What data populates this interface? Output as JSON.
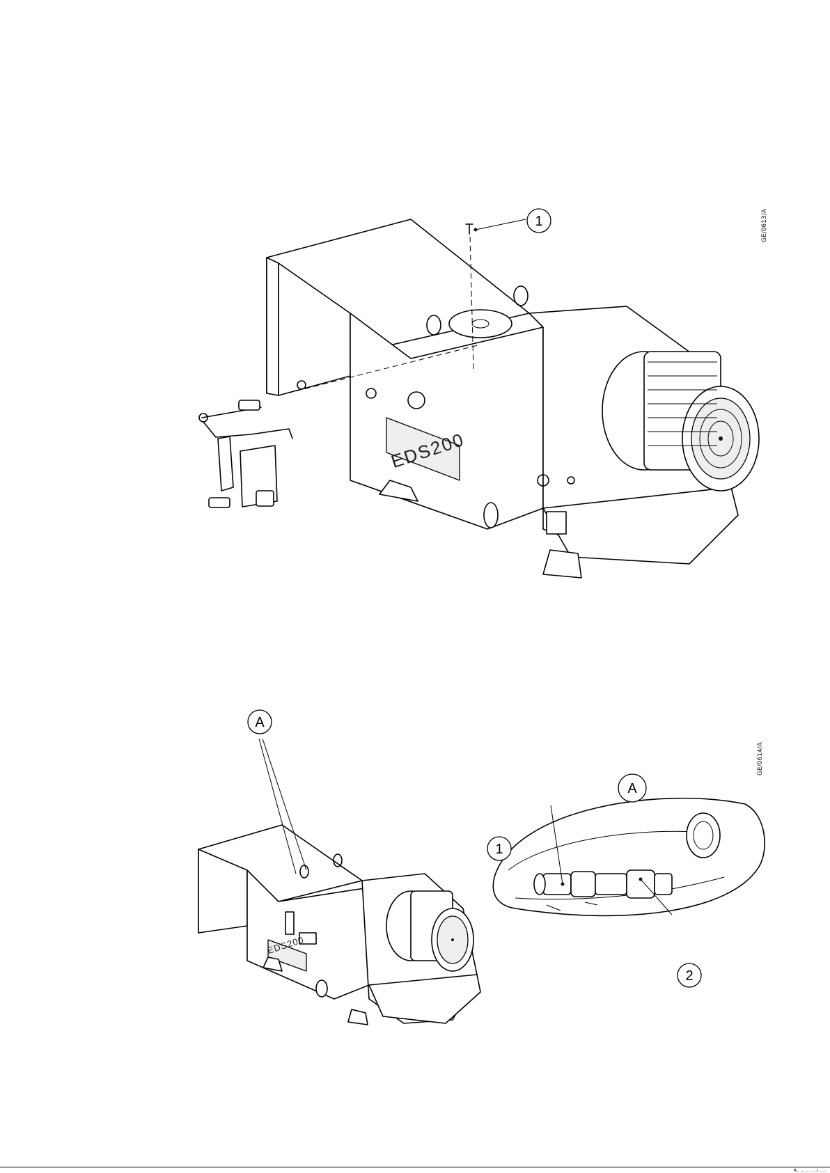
{
  "figure1": {
    "callouts": [
      {
        "label": "1"
      }
    ],
    "figure_ref": "GE/0613/A",
    "nameplate": "EDS200"
  },
  "figure2": {
    "callout_main": "A",
    "detail_title": "A",
    "detail_callouts": [
      {
        "label": "1"
      },
      {
        "label": "2"
      }
    ],
    "figure_ref": "GE/0614/A",
    "nameplate": "EDS200"
  },
  "footer": {
    "text": "A.. ... .. . .. / .. .."
  }
}
